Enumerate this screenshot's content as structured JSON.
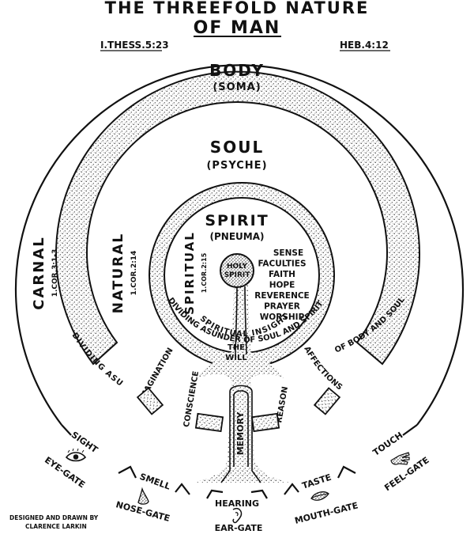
{
  "header": {
    "title_line1": "THE THREEFOLD NATURE",
    "title_line2": "OF MAN",
    "ref_left": "I.THESS.5:23",
    "ref_right": "HEB.4:12"
  },
  "body_ring": {
    "name": "BODY",
    "greek": "(SOMA)"
  },
  "soul_ring": {
    "name": "SOUL",
    "greek": "(PSYCHE)"
  },
  "spirit_ring": {
    "name": "SPIRIT",
    "greek": "(PNEUMA)"
  },
  "side_labels": {
    "carnal": "CARNAL",
    "carnal_ref": "1.COR.3:1-3",
    "natural": "NATURAL",
    "natural_ref": "1.COR.2:14",
    "spiritual": "SPIRITUAL",
    "spiritual_ref": "1.COR.2:15"
  },
  "ring_texts": {
    "dividing_asunder_outer": "DIVIDING ASUNDER",
    "dividing_soul_spirit": "DIVIDING ASUNDER OF SOUL AND SPIRIT",
    "of_body_and_soul": "OF BODY AND SOUL",
    "spiritual_insight": "SPIRITUAL INSIGHT"
  },
  "center": {
    "holy_spirit_line1": "HOLY",
    "holy_spirit_line2": "SPIRIT",
    "the_will_line1": "THE",
    "the_will_line2": "WILL",
    "memory": "MEMORY"
  },
  "spirit_faculties": [
    "SENSE",
    "FACULTIES",
    "FAITH",
    "HOPE",
    "REVERENCE",
    "PRAYER",
    "WORSHIP"
  ],
  "soul_faculties": {
    "imagination": "IMAGINATION",
    "conscience": "CONSCIENCE",
    "reason": "REASON",
    "affections": "AFFECTIONS"
  },
  "gates": [
    {
      "sense": "SIGHT",
      "gate": "EYE-GATE",
      "icon": "eye-icon"
    },
    {
      "sense": "SMELL",
      "gate": "NOSE-GATE",
      "icon": "nose-icon"
    },
    {
      "sense": "HEARING",
      "gate": "EAR-GATE",
      "icon": "ear-icon"
    },
    {
      "sense": "TASTE",
      "gate": "MOUTH-GATE",
      "icon": "mouth-icon"
    },
    {
      "sense": "TOUCH",
      "gate": "FEEL-GATE",
      "icon": "hand-icon"
    }
  ],
  "credit": {
    "line1": "DESIGNED AND DRAWN BY",
    "line2": "CLARENCE LARKIN"
  }
}
